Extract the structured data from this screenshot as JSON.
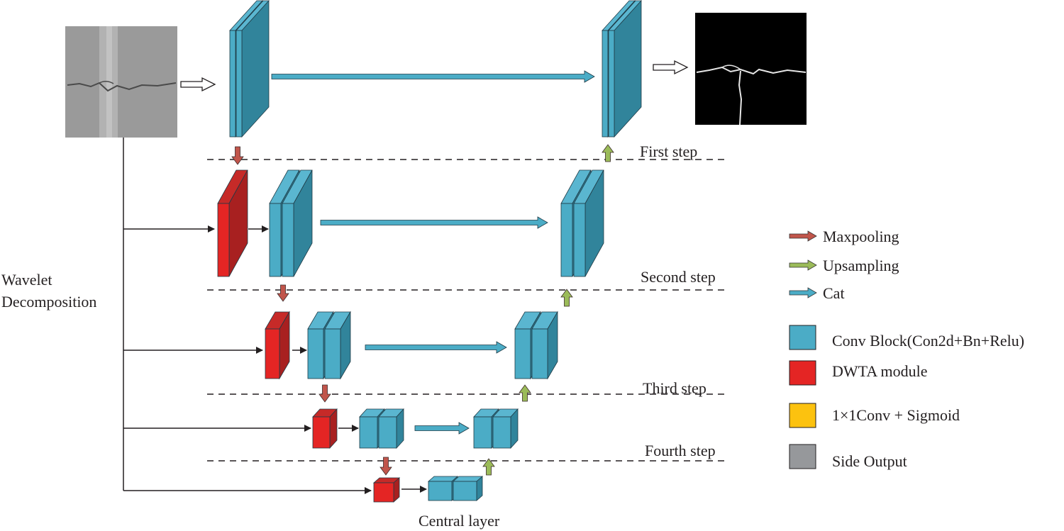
{
  "side_label": {
    "line1": "Wavelet",
    "line2": "Decomposition"
  },
  "steps": {
    "first": "First step",
    "second": "Second step",
    "third": "Third step",
    "fourth": "Fourth step"
  },
  "central_label": "Central layer",
  "legend": {
    "arrows": [
      {
        "label": "Maxpooling",
        "color": "#c1554b"
      },
      {
        "label": "Upsampling",
        "color": "#9bbb59"
      },
      {
        "label": "Cat",
        "color": "#4bacc6"
      }
    ],
    "boxes": [
      {
        "label": "Conv Block(Con2d+Bn+Relu)",
        "color": "#4bacc6"
      },
      {
        "label": "DWTA module",
        "color": "#e42524"
      },
      {
        "label": "1×1Conv + Sigmoid",
        "color": "#fcc20f"
      },
      {
        "label": "Side Output",
        "color": "#96989b"
      }
    ]
  },
  "colors": {
    "conv_front": "#4bacc6",
    "conv_side": "#31849b",
    "conv_top": "#5ab6d0",
    "dwta_front": "#e42524",
    "dwta_side": "#a82020",
    "dwta_top": "#c62a28",
    "pool_arrow": "#c1554b",
    "up_arrow": "#9bbb59",
    "cat_arrow": "#4bacc6",
    "line": "#231f20"
  }
}
